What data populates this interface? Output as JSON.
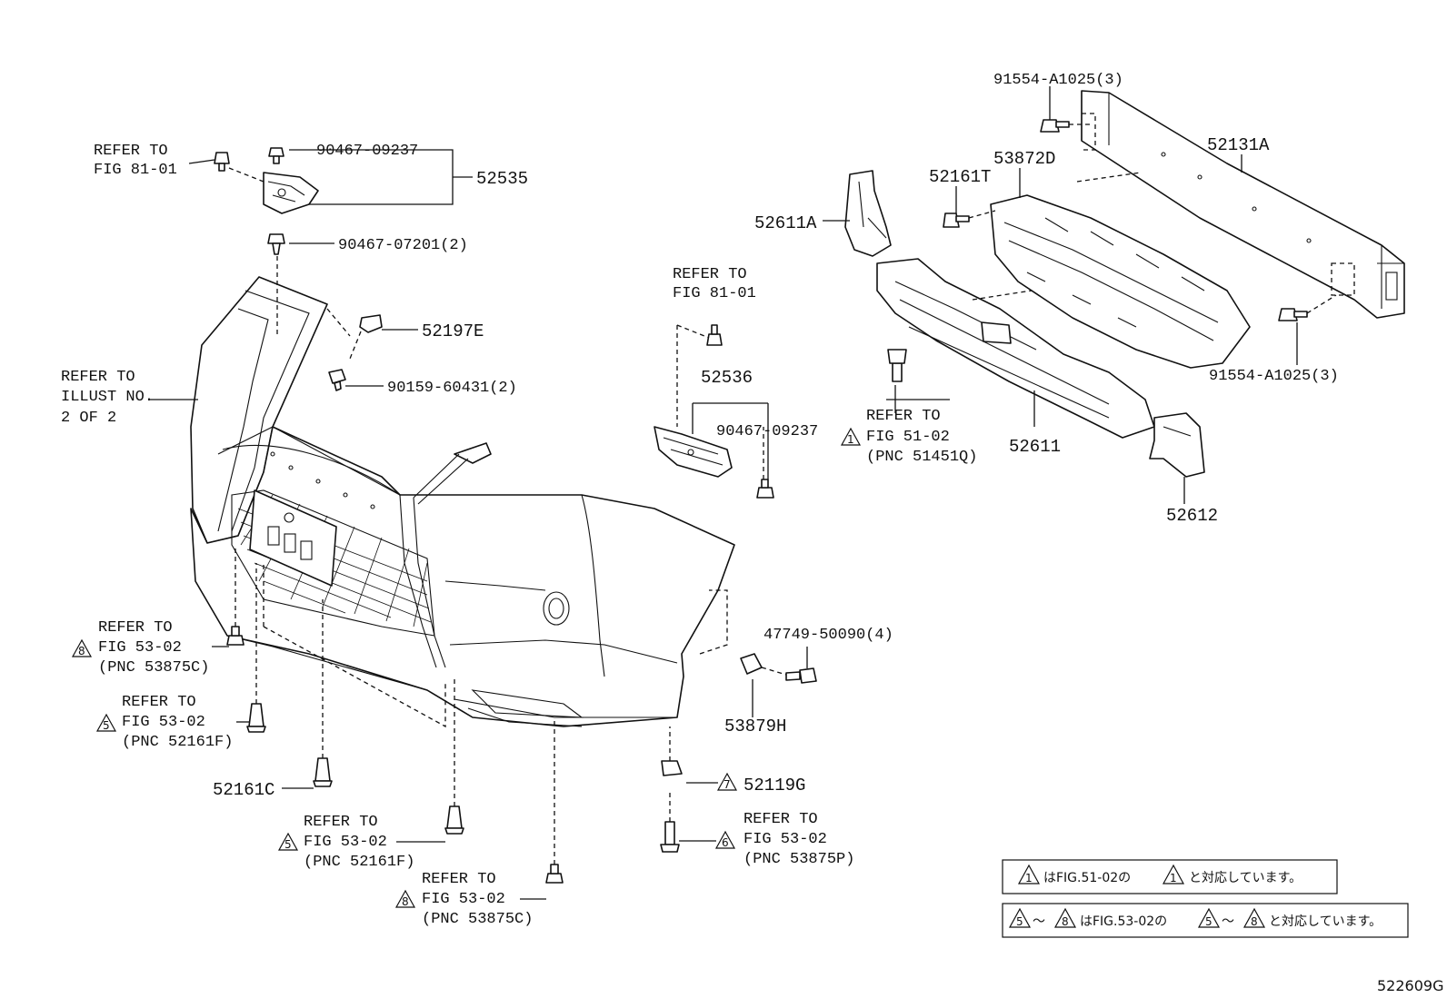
{
  "figure_id": "522609G",
  "parts": {
    "p52535": "52535",
    "p90467_09237_top": "90467-09237",
    "p90467_07201": "90467-07201(2)",
    "p52197E": "52197E",
    "p90159_60431": "90159-60431(2)",
    "p52536": "52536",
    "p90467_09237_mid": "90467-09237",
    "p47749_50090": "47749-50090(4)",
    "p53879H": "53879H",
    "p52119G": "52119G",
    "p52161C": "52161C",
    "p52611A": "52611A",
    "p52611": "52611",
    "p52612": "52612",
    "p52161T": "52161T",
    "p53872D": "53872D",
    "p52131A": "52131A",
    "p91554_top": "91554-A1025(3)",
    "p91554_right": "91554-A1025(3)"
  },
  "refs": {
    "r1": {
      "l1": "REFER TO",
      "l2": "FIG 81-01"
    },
    "r2": {
      "l1": "REFER TO",
      "l2": "FIG 81-01"
    },
    "r3": {
      "l1": "REFER TO",
      "l2": "ILLUST NO.",
      "l3": "2 OF 2"
    },
    "r4": {
      "tri": "1",
      "l1": "REFER TO",
      "l2": "FIG 51-02",
      "l3": "(PNC 51451Q)"
    },
    "r5": {
      "tri": "8",
      "l1": "REFER TO",
      "l2": "FIG 53-02",
      "l3": "(PNC 53875C)"
    },
    "r6": {
      "tri": "5",
      "l1": "REFER TO",
      "l2": "FIG 53-02",
      "l3": "(PNC 52161F)"
    },
    "r7": {
      "tri": "5",
      "l1": "REFER TO",
      "l2": "FIG 53-02",
      "l3": "(PNC 52161F)"
    },
    "r8": {
      "tri": "8",
      "l1": "REFER TO",
      "l2": "FIG 53-02",
      "l3": "(PNC 53875C)"
    },
    "r9": {
      "tri": "6",
      "l1": "REFER TO",
      "l2": "FIG 53-02",
      "l3": "(PNC 53875P)"
    },
    "r10": {
      "tri": "7"
    }
  },
  "notes": {
    "n1": {
      "tri_a": "1",
      "t1": "はFIG.51-02の",
      "tri_b": "1",
      "t2": "と対応しています。"
    },
    "n2": {
      "tri_a": "5",
      "sep1": "～",
      "tri_b": "8",
      "t1": "はFIG.53-02の",
      "tri_c": "5",
      "sep2": "～",
      "tri_d": "8",
      "t2": "と対応しています。"
    }
  }
}
